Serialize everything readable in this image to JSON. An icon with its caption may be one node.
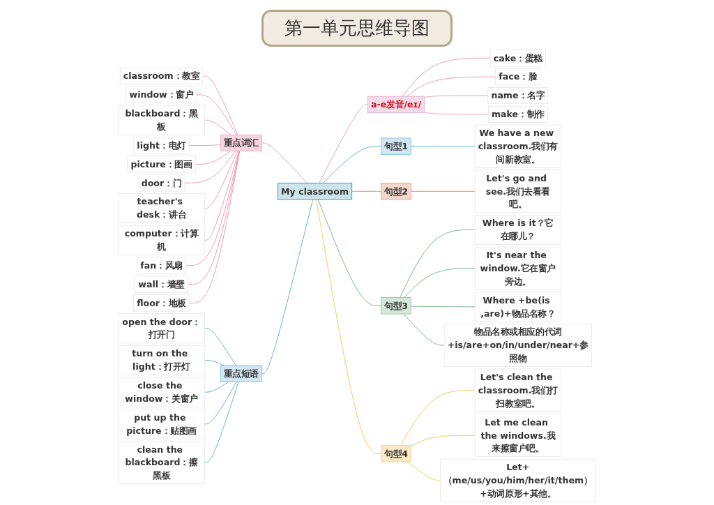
{
  "diagram": {
    "title": "第一单元思维导图",
    "nodes": [
      {
        "text": [
          "My classroom"
        ]
      },
      {
        "text": [
          "重点词汇"
        ]
      },
      {
        "text": [
          "classroom：教室"
        ]
      },
      {
        "text": [
          "window：窗户"
        ]
      },
      {
        "text": [
          "blackboard：黑板"
        ]
      },
      {
        "text": [
          "light：电灯"
        ]
      },
      {
        "text": [
          "picture：图画"
        ]
      },
      {
        "text": [
          "door：门"
        ]
      },
      {
        "text": [
          "teacher's desk：讲台"
        ]
      },
      {
        "text": [
          "computer：计算机"
        ]
      },
      {
        "text": [
          "fan：风扇"
        ]
      },
      {
        "text": [
          "wall：墙壁"
        ]
      },
      {
        "text": [
          "floor：地板"
        ]
      },
      {
        "text": [
          "重点短语"
        ]
      },
      {
        "text": [
          "open the door：打开门"
        ]
      },
      {
        "text": [
          "turn on the light：打开灯"
        ]
      },
      {
        "text": [
          "close the window：关窗户"
        ]
      },
      {
        "text": [
          "put up the picture：贴图画"
        ]
      },
      {
        "text": [
          "clean the blackboard：擦黑板"
        ]
      },
      {
        "text": [
          "a-e发音/eɪ/"
        ]
      },
      {
        "text": [
          "cake：蛋糕"
        ]
      },
      {
        "text": [
          "face：脸"
        ]
      },
      {
        "text": [
          "name：名字"
        ]
      },
      {
        "text": [
          "make：制作"
        ]
      },
      {
        "text": [
          "句型1"
        ]
      },
      {
        "text": [
          "We have a new classroom.我们有间新教室。"
        ]
      },
      {
        "text": [
          "句型2"
        ]
      },
      {
        "text": [
          "Let's go and see.我们去看看吧。"
        ]
      },
      {
        "text": [
          "句型3"
        ]
      },
      {
        "text": [
          "Where is it？它在哪儿？"
        ]
      },
      {
        "text": [
          "It's near the window.它在窗户旁边。"
        ]
      },
      {
        "text": [
          "Where +be(is ,are)+物品名称？"
        ]
      },
      {
        "text": [
          "物品名称或相应的代词+is/are+on/in/under/near+参照物"
        ]
      },
      {
        "text": [
          "句型4"
        ]
      },
      {
        "text": [
          "Let's clean the classroom.我们打扫教室吧。"
        ]
      },
      {
        "text": [
          "Let me clean the windows.我来擦窗户吧。"
        ]
      },
      {
        "text": [
          "Let+（me/us/you/him/her/it/them）+动词原形+其他。"
        ]
      }
    ],
    "edges": [
      {
        "from": 1,
        "to": 0,
        "arrow": "none"
      },
      {
        "from": 2,
        "to": 1,
        "arrow": "none"
      },
      {
        "from": 3,
        "to": 1,
        "arrow": "none"
      },
      {
        "from": 4,
        "to": 1,
        "arrow": "none"
      },
      {
        "from": 5,
        "to": 1,
        "arrow": "none"
      },
      {
        "from": 6,
        "to": 1,
        "arrow": "none"
      },
      {
        "from": 7,
        "to": 1,
        "arrow": "none"
      },
      {
        "from": 8,
        "to": 1,
        "arrow": "none"
      },
      {
        "from": 9,
        "to": 1,
        "arrow": "none"
      },
      {
        "from": 10,
        "to": 1,
        "arrow": "none"
      },
      {
        "from": 11,
        "to": 1,
        "arrow": "none"
      },
      {
        "from": 12,
        "to": 1,
        "arrow": "none"
      },
      {
        "from": 13,
        "to": 0,
        "arrow": "none",
        "color": "#4aa8c8"
      },
      {
        "from": 14,
        "to": 13,
        "arrow": "none",
        "color": "#4aa8c8"
      },
      {
        "from": 15,
        "to": 13,
        "arrow": "none",
        "color": "#4aa8c8"
      },
      {
        "from": 16,
        "to": 13,
        "arrow": "none",
        "color": "#4aa8c8"
      },
      {
        "from": 17,
        "to": 13,
        "arrow": "none",
        "color": "#4aa8c8"
      },
      {
        "from": 18,
        "to": 13,
        "arrow": "none",
        "color": "#4aa8c8"
      },
      {
        "from": 0,
        "to": 19,
        "arrow": "none"
      },
      {
        "from": 19,
        "to": 20,
        "arrow": "none"
      },
      {
        "from": 19,
        "to": 21,
        "arrow": "none"
      },
      {
        "from": 19,
        "to": 22,
        "arrow": "none"
      },
      {
        "from": 19,
        "to": 23,
        "arrow": "none"
      },
      {
        "from": 0,
        "to": 24,
        "arrow": "none",
        "color": "#4aa8c8"
      },
      {
        "from": 24,
        "to": 25,
        "arrow": "none",
        "color": "#4aa8c8"
      },
      {
        "from": 0,
        "to": 26,
        "arrow": "none",
        "color": "#d9765a"
      },
      {
        "from": 26,
        "to": 27,
        "arrow": "none",
        "color": "#d9765a"
      },
      {
        "from": 0,
        "to": 28,
        "arrow": "none",
        "color": "#6aa57a"
      },
      {
        "from": 28,
        "to": 29,
        "arrow": "none",
        "color": "#6aa57a"
      },
      {
        "from": 28,
        "to": 30,
        "arrow": "none",
        "color": "#6aa57a"
      },
      {
        "from": 28,
        "to": 31,
        "arrow": "none",
        "color": "#6aa57a"
      },
      {
        "from": 28,
        "to": 32,
        "arrow": "none",
        "color": "#6aa57a"
      },
      {
        "from": 0,
        "to": 33,
        "arrow": "none",
        "color": "#f0c24a"
      },
      {
        "from": 33,
        "to": 34,
        "arrow": "none",
        "color": "#f0c24a"
      },
      {
        "from": 33,
        "to": 35,
        "arrow": "none",
        "color": "#f0c24a"
      },
      {
        "from": 33,
        "to": 36,
        "arrow": "none",
        "color": "#f0c24a"
      }
    ]
  }
}
